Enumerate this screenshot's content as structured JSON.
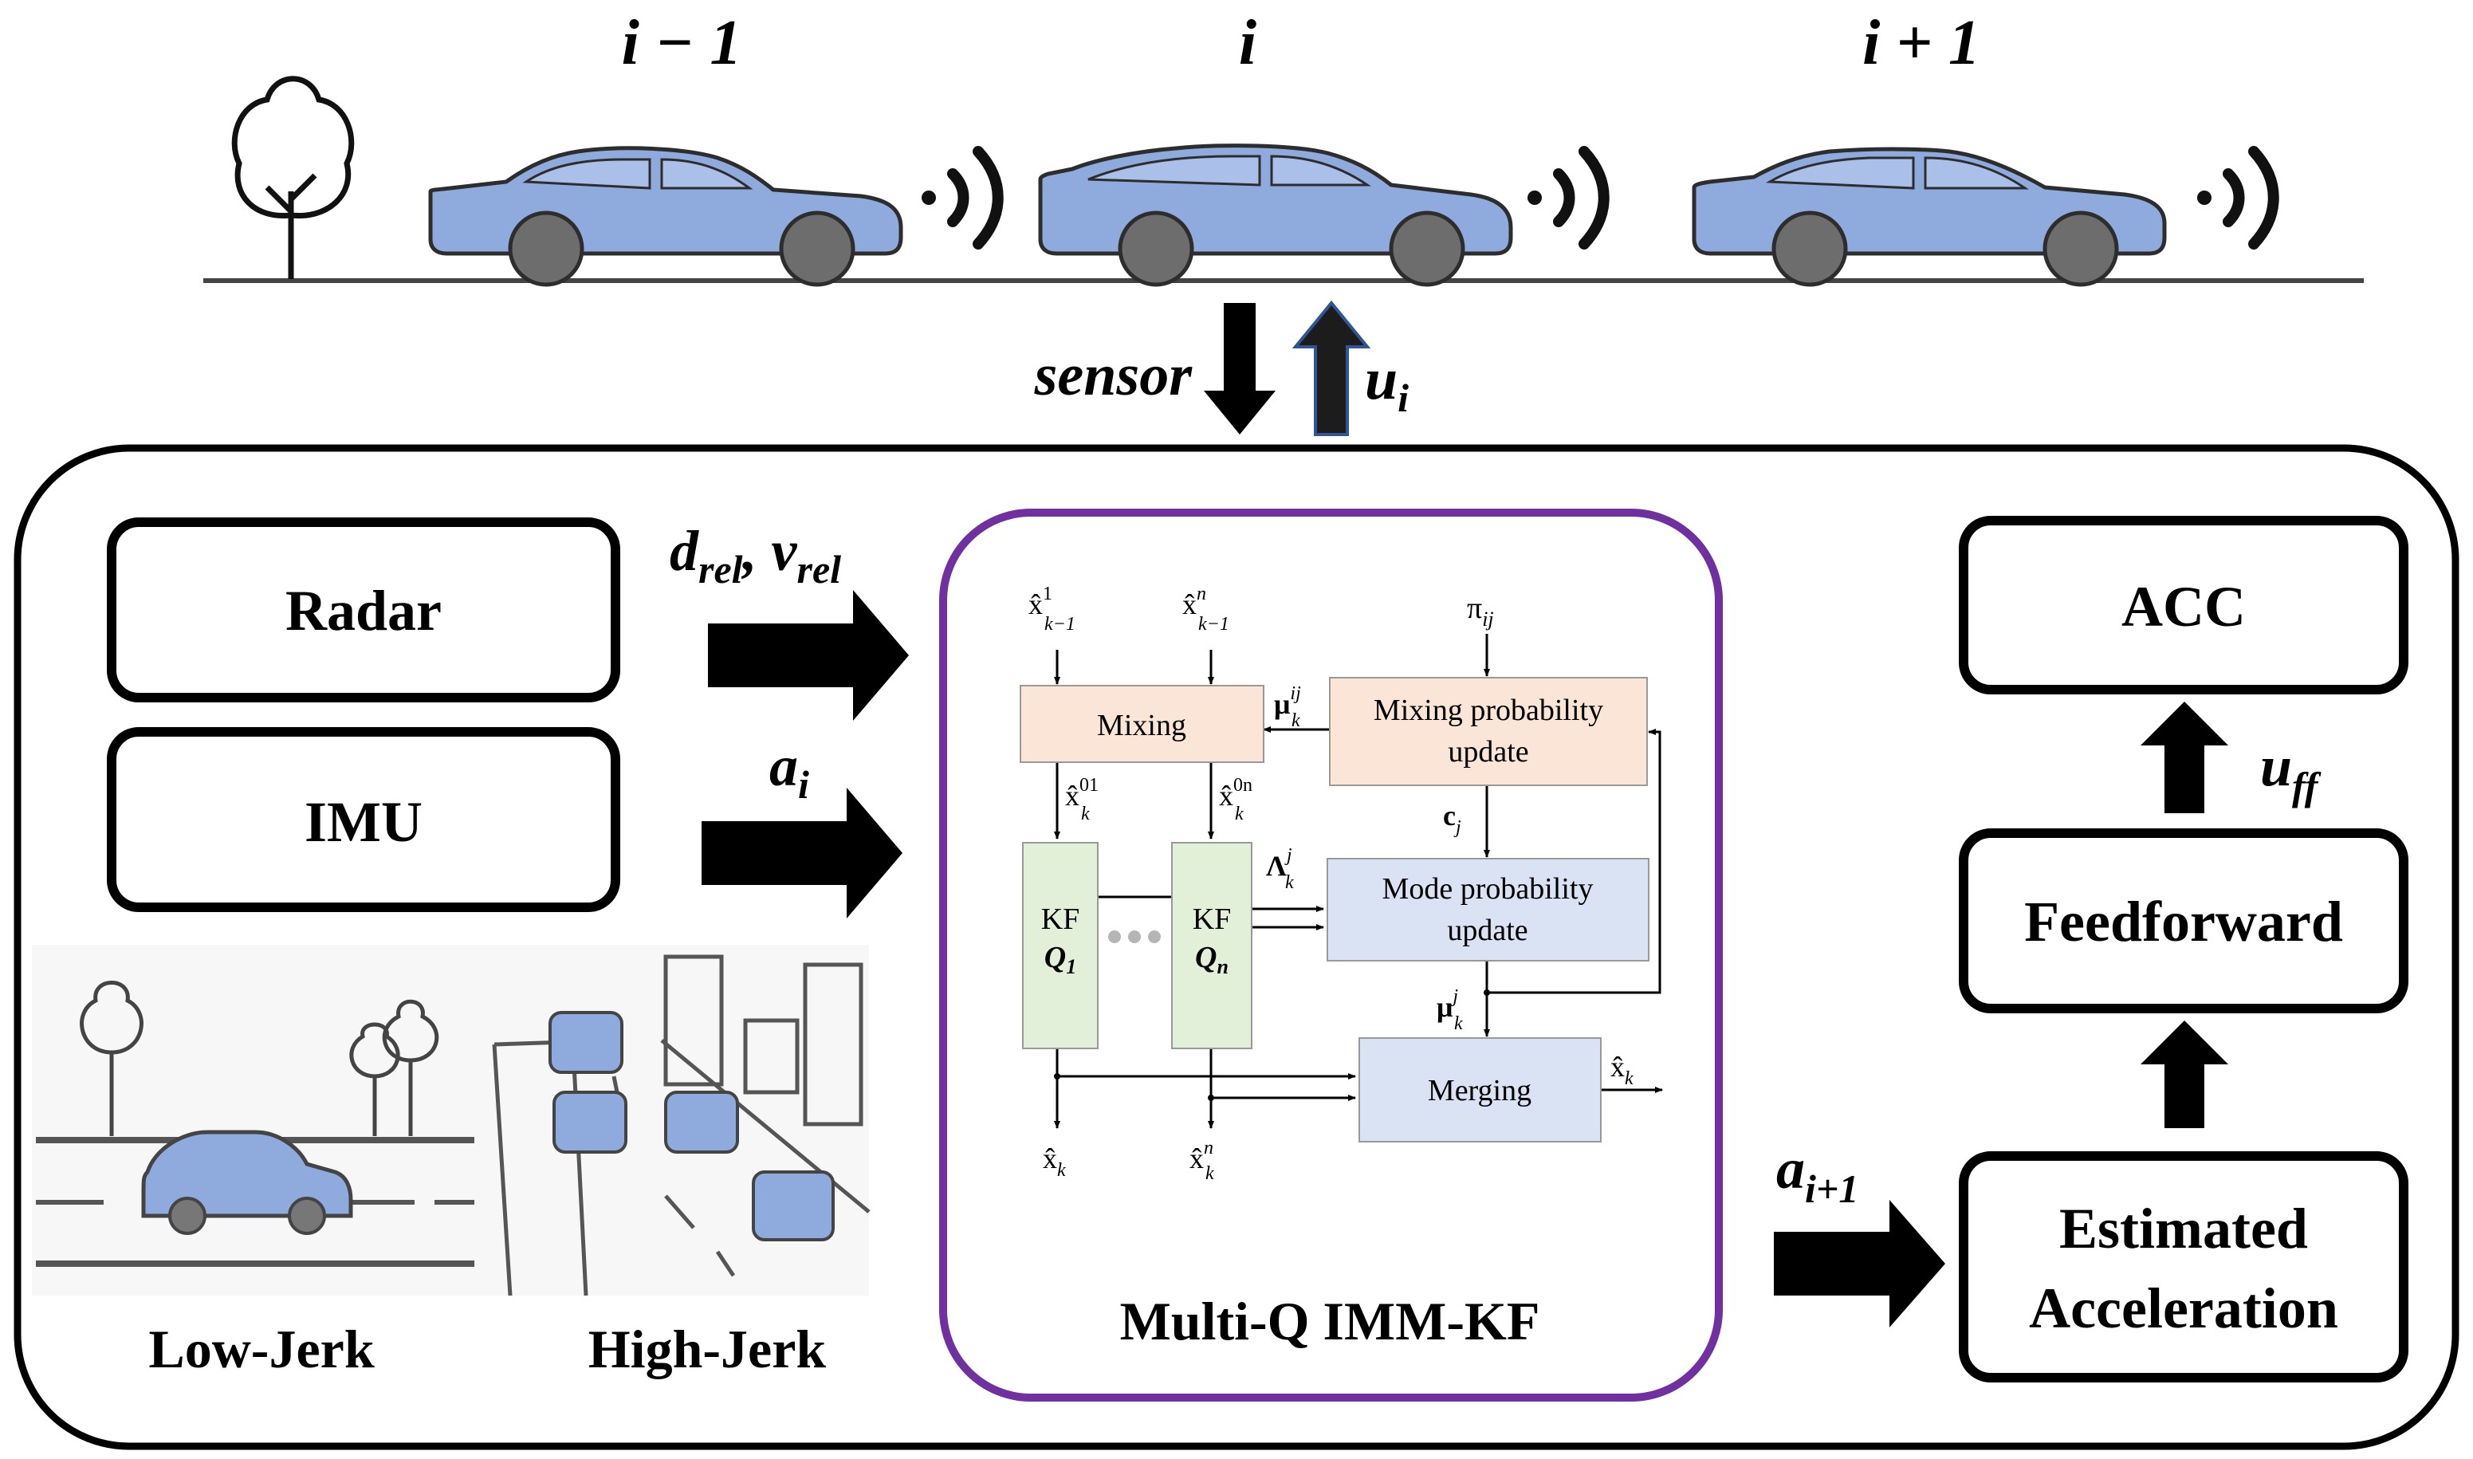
{
  "vehicles": {
    "labels": [
      "i − 1",
      "i",
      "i + 1"
    ],
    "car_color": "#8faadc",
    "wheel_color": "#6d6d6d"
  },
  "link": {
    "sensor_label": "sensor",
    "control_label": "u",
    "control_sub": "i"
  },
  "sensors": {
    "radar": "Radar",
    "imu": "IMU",
    "radar_signal": {
      "d": "d",
      "d_sub": "rel",
      "sep": ", ",
      "v": "v",
      "v_sub": "rel"
    },
    "imu_signal": {
      "a": "a",
      "a_sub": "i"
    }
  },
  "scenarios": {
    "low": "Low-Jerk",
    "high": "High-Jerk"
  },
  "imm": {
    "title": "Multi-Q IMM-KF",
    "border_color": "#7030a0",
    "mixing": "Mixing",
    "mixing_prob": [
      "Mixing probability",
      "update"
    ],
    "mode_prob": [
      "Mode probability",
      "update"
    ],
    "merging": "Merging",
    "kf_label": "KF",
    "q1": "Q",
    "q1_sub": "1",
    "qn": "Q",
    "qn_sub": "n",
    "pi": "π",
    "pi_sub": "ij",
    "mu_ij": "μ",
    "mu_ij_sub": "k",
    "mu_ij_sup": "ij",
    "c": "c",
    "c_sub": "j",
    "lambda": "Λ",
    "lambda_sub": "k",
    "lambda_sup": "j",
    "mu_j": "μ",
    "mu_j_sub": "k",
    "mu_j_sup": "j",
    "x_in1": {
      "base": "x̂",
      "sup": "1",
      "sub": "k−1"
    },
    "x_inn": {
      "base": "x̂",
      "sup": "n",
      "sub": "k−1"
    },
    "x_01": {
      "base": "x̂",
      "sup": "01",
      "sub": "k"
    },
    "x_0n": {
      "base": "x̂",
      "sup": "0n",
      "sub": "k"
    },
    "x_out1": {
      "base": "x̂",
      "sub": "k"
    },
    "x_outn": {
      "base": "x̂",
      "sup": "n",
      "sub": "k"
    },
    "x_final": {
      "base": "x̂",
      "sub": "k"
    },
    "colors": {
      "mixing": "#fbe5d6",
      "kf": "#e2f0d9",
      "mode": "#dae3f3",
      "merge": "#dae3f3"
    }
  },
  "controller": {
    "acc": "ACC",
    "feedforward": "Feedforward",
    "estimated": [
      "Estimated",
      "Acceleration"
    ],
    "uff": "u",
    "uff_sub": "ff",
    "a_next": "a",
    "a_next_sub": "i+1"
  }
}
